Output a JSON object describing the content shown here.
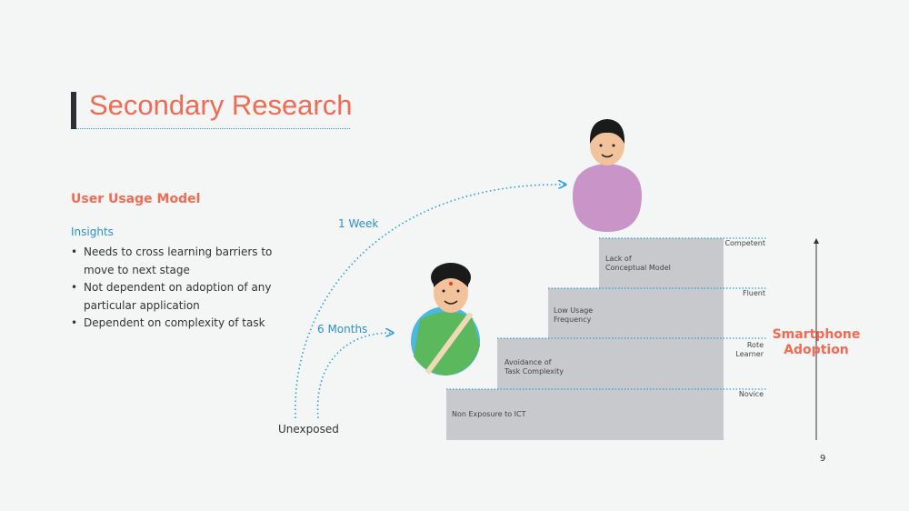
{
  "title": "Secondary Research",
  "subheading": "User Usage Model",
  "insights_label": "Insights",
  "bullets": [
    "Needs to cross learning barriers to move to next stage",
    "Not dependent on adoption of any particular application",
    "Dependent on complexity of task"
  ],
  "steps": [
    "Non Exposure to ICT",
    "Avoidance of Task Complexity",
    "Low Usage Frequency",
    "Lack of Conceptual Model"
  ],
  "levels": [
    "Novice",
    "Rote Learner",
    "Fluent",
    "Competent"
  ],
  "timings": {
    "week": "1 Week",
    "months": "6 Months"
  },
  "start_label": "Unexposed",
  "axis_label": "Smartphone Adoption",
  "page_number": "9",
  "colors": {
    "accent": "#f26a52",
    "blue": "#2a9fd8",
    "step": "#c8c9cc"
  }
}
